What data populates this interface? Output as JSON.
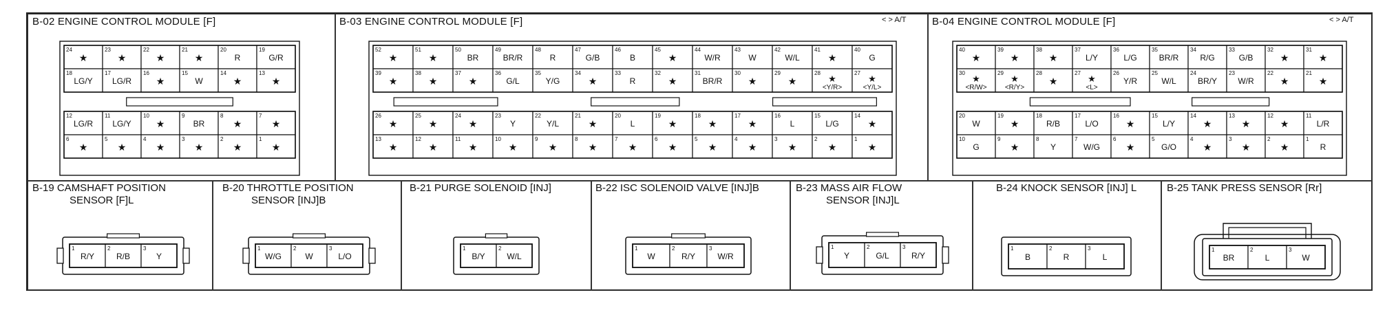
{
  "b02": {
    "title": "B-02 ENGINE CONTROL MODULE [F]",
    "upper_rows": [
      [
        {
          "n": "24",
          "v": "★"
        },
        {
          "n": "23",
          "v": "★"
        },
        {
          "n": "22",
          "v": "★"
        },
        {
          "n": "21",
          "v": "★"
        },
        {
          "n": "20",
          "v": "R"
        },
        {
          "n": "19",
          "v": "G/R"
        }
      ],
      [
        {
          "n": "18",
          "v": "LG/Y"
        },
        {
          "n": "17",
          "v": "LG/R"
        },
        {
          "n": "16",
          "v": "★"
        },
        {
          "n": "15",
          "v": "W"
        },
        {
          "n": "14",
          "v": "★"
        },
        {
          "n": "13",
          "v": "★"
        }
      ]
    ],
    "lower_rows": [
      [
        {
          "n": "12",
          "v": "LG/R"
        },
        {
          "n": "11",
          "v": "LG/Y"
        },
        {
          "n": "10",
          "v": "★"
        },
        {
          "n": "9",
          "v": "BR"
        },
        {
          "n": "8",
          "v": "★"
        },
        {
          "n": "7",
          "v": "★"
        }
      ],
      [
        {
          "n": "6",
          "v": "★"
        },
        {
          "n": "5",
          "v": "★"
        },
        {
          "n": "4",
          "v": "★"
        },
        {
          "n": "3",
          "v": "★"
        },
        {
          "n": "2",
          "v": "★"
        },
        {
          "n": "1",
          "v": "★"
        }
      ]
    ]
  },
  "b03": {
    "title": "B-03 ENGINE CONTROL MODULE [F]",
    "note": "< > A/T",
    "upper_rows": [
      [
        {
          "n": "52",
          "v": "★"
        },
        {
          "n": "51",
          "v": "★"
        },
        {
          "n": "50",
          "v": "BR"
        },
        {
          "n": "49",
          "v": "BR/R"
        },
        {
          "n": "48",
          "v": "R"
        },
        {
          "n": "47",
          "v": "G/B"
        },
        {
          "n": "46",
          "v": "B"
        },
        {
          "n": "45",
          "v": "★"
        },
        {
          "n": "44",
          "v": "W/R"
        },
        {
          "n": "43",
          "v": "W"
        },
        {
          "n": "42",
          "v": "W/L"
        },
        {
          "n": "41",
          "v": "★"
        },
        {
          "n": "40",
          "v": "G"
        }
      ],
      [
        {
          "n": "39",
          "v": "★"
        },
        {
          "n": "38",
          "v": "★"
        },
        {
          "n": "37",
          "v": "★"
        },
        {
          "n": "36",
          "v": "G/L"
        },
        {
          "n": "35",
          "v": "Y/G"
        },
        {
          "n": "34",
          "v": "★"
        },
        {
          "n": "33",
          "v": "R"
        },
        {
          "n": "32",
          "v": "★"
        },
        {
          "n": "31",
          "v": "BR/R"
        },
        {
          "n": "30",
          "v": "★"
        },
        {
          "n": "29",
          "v": "★"
        },
        {
          "n": "28",
          "v": "★",
          "s": "<Y/R>"
        },
        {
          "n": "27",
          "v": "★",
          "s": "<Y/L>"
        }
      ]
    ],
    "lower_rows": [
      [
        {
          "n": "26",
          "v": "★"
        },
        {
          "n": "25",
          "v": "★"
        },
        {
          "n": "24",
          "v": "★"
        },
        {
          "n": "23",
          "v": "Y"
        },
        {
          "n": "22",
          "v": "Y/L"
        },
        {
          "n": "21",
          "v": "★"
        },
        {
          "n": "20",
          "v": "L"
        },
        {
          "n": "19",
          "v": "★"
        },
        {
          "n": "18",
          "v": "★"
        },
        {
          "n": "17",
          "v": "★"
        },
        {
          "n": "16",
          "v": "L"
        },
        {
          "n": "15",
          "v": "L/G"
        },
        {
          "n": "14",
          "v": "★"
        }
      ],
      [
        {
          "n": "13",
          "v": "★"
        },
        {
          "n": "12",
          "v": "★"
        },
        {
          "n": "11",
          "v": "★"
        },
        {
          "n": "10",
          "v": "★"
        },
        {
          "n": "9",
          "v": "★"
        },
        {
          "n": "8",
          "v": "★"
        },
        {
          "n": "7",
          "v": "★"
        },
        {
          "n": "6",
          "v": "★"
        },
        {
          "n": "5",
          "v": "★"
        },
        {
          "n": "4",
          "v": "★"
        },
        {
          "n": "3",
          "v": "★"
        },
        {
          "n": "2",
          "v": "★"
        },
        {
          "n": "1",
          "v": "★"
        }
      ]
    ]
  },
  "b04": {
    "title": "B-04 ENGINE CONTROL MODULE [F]",
    "note": "< > A/T",
    "upper_rows": [
      [
        {
          "n": "40",
          "v": "★"
        },
        {
          "n": "39",
          "v": "★"
        },
        {
          "n": "38",
          "v": "★"
        },
        {
          "n": "37",
          "v": "L/Y"
        },
        {
          "n": "36",
          "v": "L/G"
        },
        {
          "n": "35",
          "v": "BR/R"
        },
        {
          "n": "34",
          "v": "R/G"
        },
        {
          "n": "33",
          "v": "G/B"
        },
        {
          "n": "32",
          "v": "★"
        },
        {
          "n": "31",
          "v": "★"
        }
      ],
      [
        {
          "n": "30",
          "v": "★",
          "s": "<R/W>"
        },
        {
          "n": "29",
          "v": "★",
          "s": "<R/Y>"
        },
        {
          "n": "28",
          "v": "★"
        },
        {
          "n": "27",
          "v": "★",
          "s": "<L>"
        },
        {
          "n": "26",
          "v": "Y/R"
        },
        {
          "n": "25",
          "v": "W/L"
        },
        {
          "n": "24",
          "v": "BR/Y"
        },
        {
          "n": "23",
          "v": "W/R"
        },
        {
          "n": "22",
          "v": "★"
        },
        {
          "n": "21",
          "v": "★"
        }
      ]
    ],
    "lower_rows": [
      [
        {
          "n": "20",
          "v": "W"
        },
        {
          "n": "19",
          "v": "★"
        },
        {
          "n": "18",
          "v": "R/B"
        },
        {
          "n": "17",
          "v": "L/O"
        },
        {
          "n": "16",
          "v": "★"
        },
        {
          "n": "15",
          "v": "L/Y"
        },
        {
          "n": "14",
          "v": "★"
        },
        {
          "n": "13",
          "v": "★"
        },
        {
          "n": "12",
          "v": "★"
        },
        {
          "n": "11",
          "v": "L/R"
        }
      ],
      [
        {
          "n": "10",
          "v": "G"
        },
        {
          "n": "9",
          "v": "★"
        },
        {
          "n": "8",
          "v": "Y"
        },
        {
          "n": "7",
          "v": "W/G"
        },
        {
          "n": "6",
          "v": "★"
        },
        {
          "n": "5",
          "v": "G/O"
        },
        {
          "n": "4",
          "v": "★"
        },
        {
          "n": "3",
          "v": "★"
        },
        {
          "n": "2",
          "v": "★"
        },
        {
          "n": "1",
          "v": "R"
        }
      ]
    ]
  },
  "small": [
    {
      "id": "b19",
      "title_l1": "B-19 CAMSHAFT POSITION",
      "title_l2": "SENSOR [F]L",
      "pins": [
        {
          "n": "1",
          "v": "R/Y"
        },
        {
          "n": "2",
          "v": "R/B"
        },
        {
          "n": "3",
          "v": "Y"
        }
      ]
    },
    {
      "id": "b20",
      "title_l1": "B-20 THROTTLE POSITION",
      "title_l2": "SENSOR [INJ]B",
      "pins": [
        {
          "n": "1",
          "v": "W/G"
        },
        {
          "n": "2",
          "v": "W"
        },
        {
          "n": "3",
          "v": "L/O"
        }
      ]
    },
    {
      "id": "b21",
      "title_l1": "B-21 PURGE SOLENOID [INJ]",
      "title_l2": "",
      "pins": [
        {
          "n": "1",
          "v": "B/Y"
        },
        {
          "n": "2",
          "v": "W/L"
        }
      ]
    },
    {
      "id": "b22",
      "title_l1": "B-22 ISC SOLENOID VALVE [INJ]B",
      "title_l2": "",
      "pins": [
        {
          "n": "1",
          "v": "W"
        },
        {
          "n": "2",
          "v": "R/Y"
        },
        {
          "n": "3",
          "v": "W/R"
        }
      ]
    },
    {
      "id": "b23",
      "title_l1": "B-23 MASS AIR FLOW",
      "title_l2": "SENSOR [INJ]L",
      "pins": [
        {
          "n": "1",
          "v": "Y"
        },
        {
          "n": "2",
          "v": "G/L"
        },
        {
          "n": "3",
          "v": "R/Y"
        }
      ]
    },
    {
      "id": "b24",
      "title_l1": "B-24 KNOCK SENSOR [INJ] L",
      "title_l2": "",
      "pins": [
        {
          "n": "1",
          "v": "B"
        },
        {
          "n": "2",
          "v": "R"
        },
        {
          "n": "3",
          "v": "L"
        }
      ]
    },
    {
      "id": "b25",
      "title_l1": "B-25 TANK PRESS SENSOR [Rr]",
      "title_l2": "",
      "pins": [
        {
          "n": "1",
          "v": "BR"
        },
        {
          "n": "2",
          "v": "L"
        },
        {
          "n": "3",
          "v": "W"
        }
      ]
    }
  ]
}
